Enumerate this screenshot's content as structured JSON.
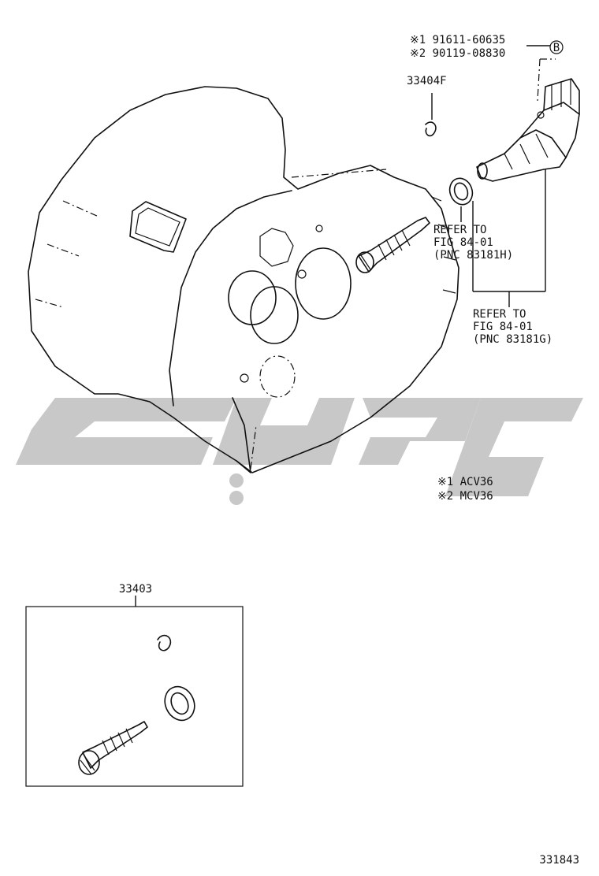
{
  "callouts": {
    "note1_code": "※1 91611-60635",
    "note2_code": "※2 90119-08830",
    "circle_ref": "B",
    "part_clip": "33404F",
    "ref_h_line1": "REFER TO",
    "ref_h_line2": "FIG 84-01",
    "ref_h_line3": "(PNC 83181H)",
    "ref_g_line1": "REFER TO",
    "ref_g_line2": "FIG 84-01",
    "ref_g_line3": "(PNC 83181G)",
    "model1": "※1 ACV36",
    "model2": "※2 MCV36",
    "kit_number": "33403",
    "figure_number": "331843"
  },
  "watermark": {
    "color": "#c8c8c8"
  },
  "colors": {
    "line": "#111111",
    "background": "#ffffff"
  }
}
